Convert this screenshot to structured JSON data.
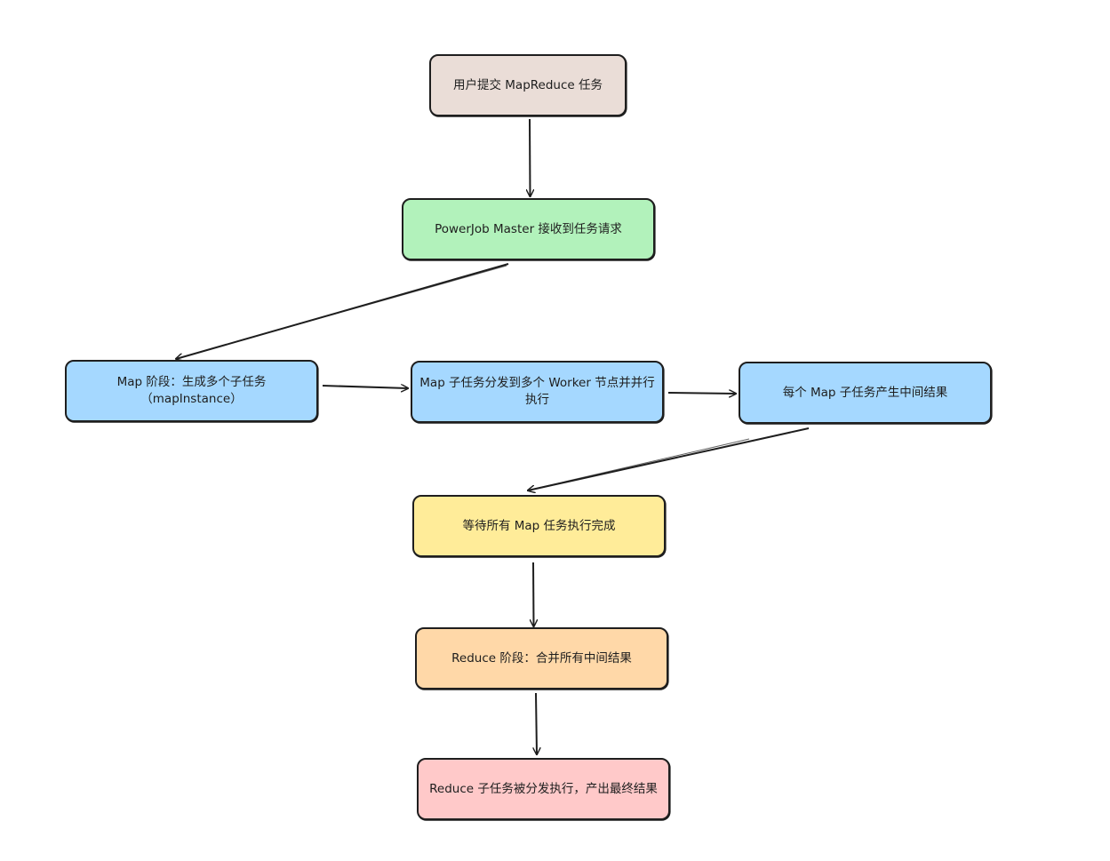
{
  "nodes": {
    "submit": {
      "label": "用户提交 MapReduce 任务",
      "color": "#eaddd7"
    },
    "master": {
      "label": "PowerJob Master 接收到任务请求",
      "color": "#b2f2bb"
    },
    "map": {
      "label_line1": "Map 阶段：生成多个子任务",
      "label_line2": "（mapInstance）",
      "color": "#a5d8ff"
    },
    "dispatch": {
      "label_line1": "Map 子任务分发到多个 Worker 节点并并行",
      "label_line2": "执行",
      "color": "#a5d8ff"
    },
    "inter": {
      "label": "每个 Map 子任务产生中间结果",
      "color": "#a5d8ff"
    },
    "wait": {
      "label": "等待所有 Map 任务执行完成",
      "color": "#ffec99"
    },
    "reduce": {
      "label": "Reduce 阶段：合并所有中间结果",
      "color": "#ffd8a8"
    },
    "final": {
      "label": "Reduce 子任务被分发执行，产出最终结果",
      "color": "#ffc9c9"
    }
  },
  "edges": [
    {
      "from": "submit",
      "to": "master"
    },
    {
      "from": "master",
      "to": "map"
    },
    {
      "from": "map",
      "to": "dispatch"
    },
    {
      "from": "dispatch",
      "to": "inter"
    },
    {
      "from": "inter",
      "to": "wait"
    },
    {
      "from": "wait",
      "to": "reduce"
    },
    {
      "from": "reduce",
      "to": "final"
    }
  ],
  "stroke_color": "#1e1e1e"
}
